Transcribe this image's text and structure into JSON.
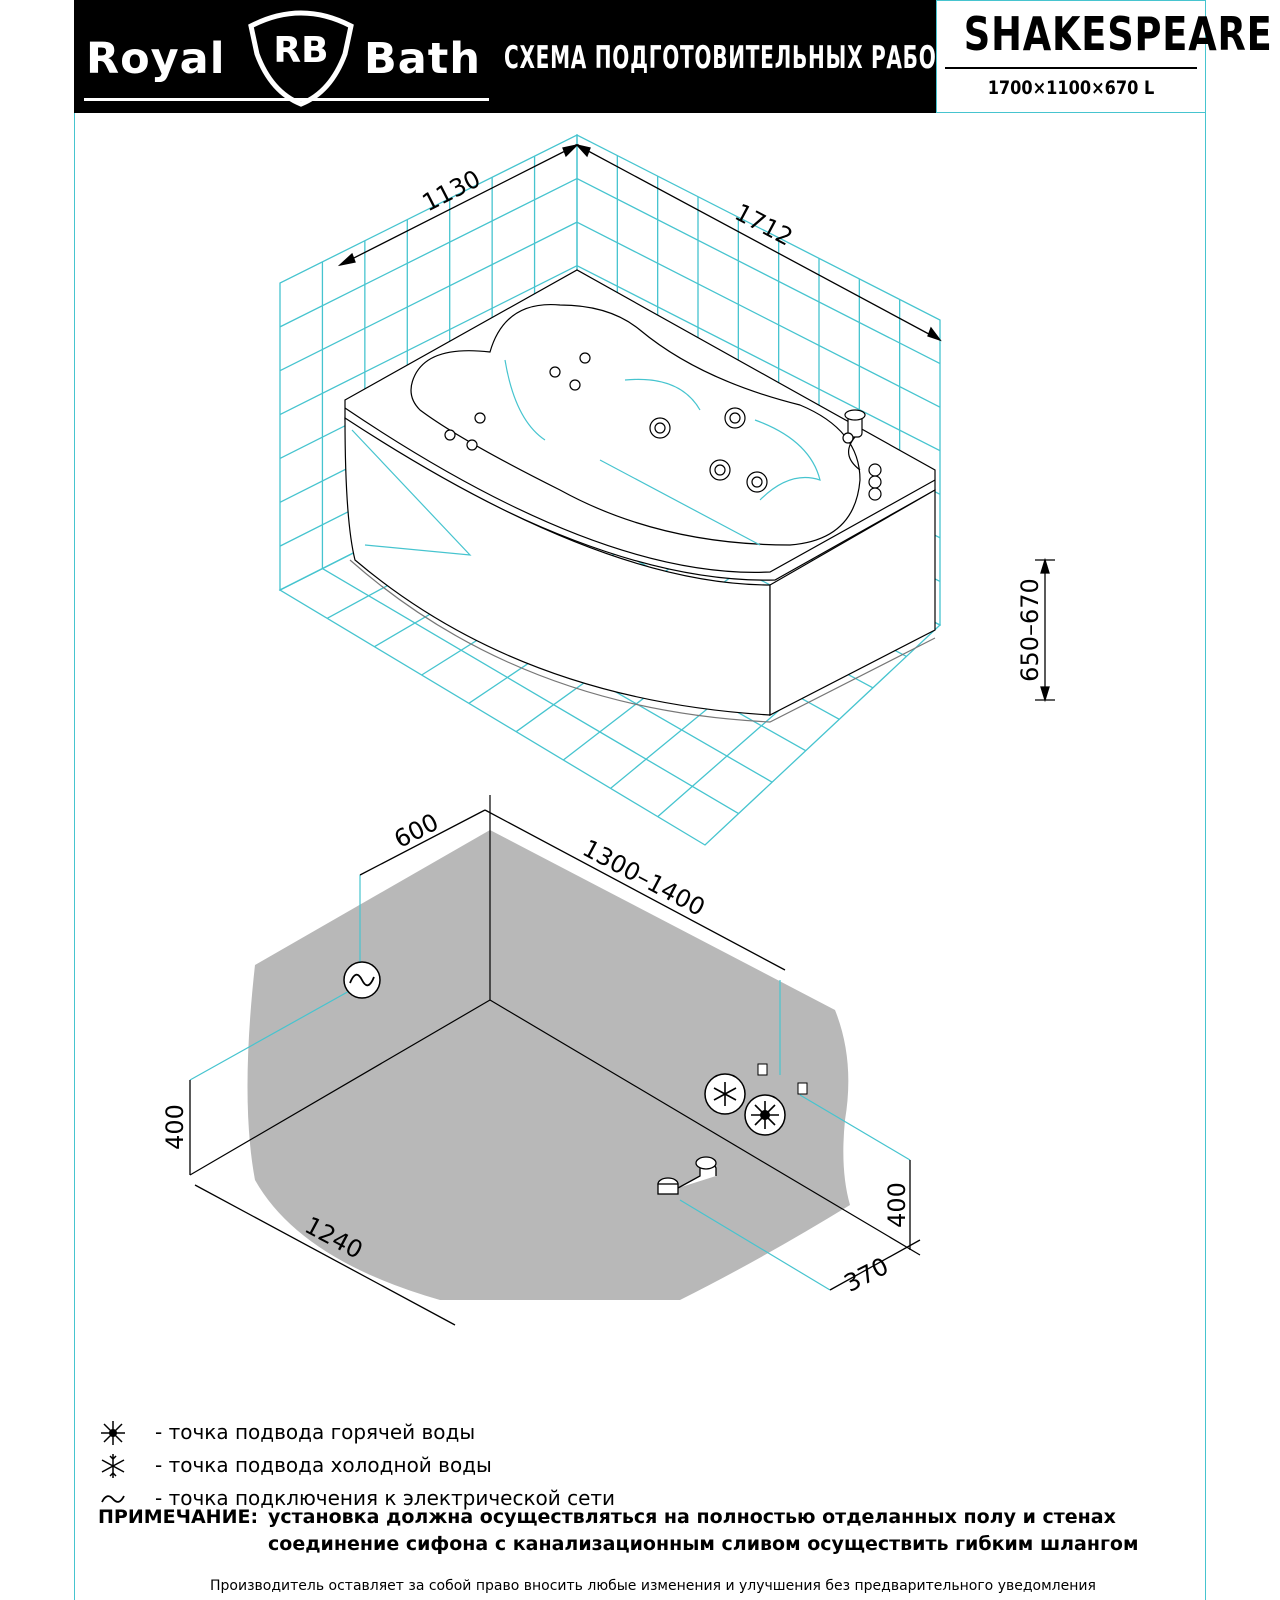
{
  "header": {
    "brand_left": "Royal",
    "brand_mark": "RB",
    "brand_right": "Bath",
    "title": "СХЕМА ПОДГОТОВИТЕЛЬНЫХ РАБОТ",
    "model_name": "SHAKESPEARE",
    "model_dims": "1700×1100×670 L"
  },
  "top_drawing": {
    "dims": {
      "width": "1130",
      "length": "1712",
      "height": "650–670"
    }
  },
  "bottom_drawing": {
    "dims": {
      "power_offset": "600",
      "wall_length": "1300–1400",
      "left_height": "400",
      "floor_depth": "1240",
      "right_height": "400",
      "drain_offset": "370"
    }
  },
  "legend": {
    "items": [
      {
        "icon": "hot-water-icon",
        "text": "- точка подвода горячей воды"
      },
      {
        "icon": "cold-water-icon",
        "text": "- точка подвода холодной воды"
      },
      {
        "icon": "power-outlet-icon",
        "text": "- точка подключения к электрической сети"
      }
    ]
  },
  "note": {
    "label": "ПРИМЕЧАНИЕ:",
    "line1": "установка должна осуществляться на полностью отделанных полу и стенах",
    "line2": "соединение сифона с канализационным сливом осуществить гибким шлангом"
  },
  "disclaimer": "Производитель оставляет за собой право вносить любые изменения и улучшения без предварительного уведомления",
  "colors": {
    "accent_cyan": "#46c4cf",
    "wall_gray": "#b8b8b8",
    "header_black": "#000000"
  }
}
